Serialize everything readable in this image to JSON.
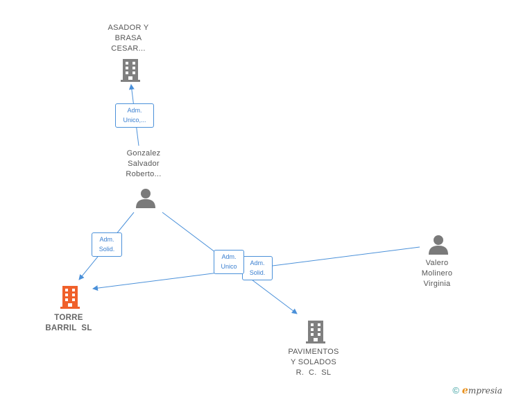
{
  "colors": {
    "edge": "#4a90d9",
    "company_icon": "#808080",
    "focus_company_icon": "#f0602a",
    "person_icon": "#7a7a7a"
  },
  "nodes": {
    "asador": {
      "label": "ASADOR Y\nBRASA\nCESAR...",
      "icon": "building-icon"
    },
    "gonzalez": {
      "label": "Gonzalez\nSalvador\nRoberto...",
      "icon": "person-icon"
    },
    "torre": {
      "label": "TORRE\nBARRIL  SL",
      "icon": "building-icon"
    },
    "valero": {
      "label": "Valero\nMolinero\nVirginia",
      "icon": "person-icon"
    },
    "pavimentos": {
      "label": "PAVIMENTOS\nY SOLADOS\nR.  C.  SL",
      "icon": "building-icon"
    }
  },
  "edges": {
    "gonzalez_asador": "Adm.\nUnico,...",
    "gonzalez_torre": "Adm.\nSolid.",
    "gonzalez_pavimentos": "Adm.\nUnico",
    "valero_torre": "Adm.\nSolid."
  },
  "footer": {
    "copyright": "©",
    "brand_initial": "e",
    "brand_rest": "mpresia"
  }
}
